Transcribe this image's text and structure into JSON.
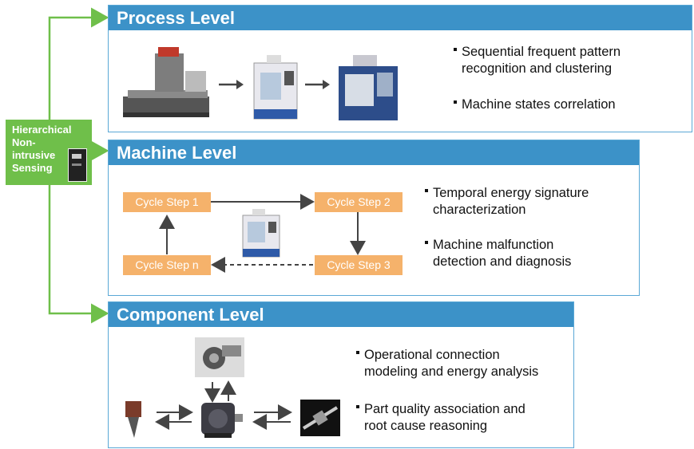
{
  "sensing": {
    "lines": [
      "Hierarchical",
      "Non-",
      "intrusive",
      "Sensing"
    ]
  },
  "process": {
    "title": "Process Level",
    "bullets": [
      [
        "Sequential frequent pattern",
        "recognition and clustering"
      ],
      [
        "Machine states correlation"
      ]
    ]
  },
  "machine": {
    "title": "Machine Level",
    "steps": [
      "Cycle Step 1",
      "Cycle Step 2",
      "Cycle Step 3",
      "Cycle Step n"
    ],
    "bullets": [
      [
        "Temporal energy signature",
        "characterization"
      ],
      [
        "Machine malfunction",
        "detection and diagnosis"
      ]
    ]
  },
  "component": {
    "title": "Component Level",
    "bullets": [
      [
        "Operational connection",
        "modeling and energy analysis"
      ],
      [
        "Part quality association and",
        "root cause reasoning"
      ]
    ]
  },
  "colors": {
    "header_blue": "#3c92c8",
    "connector_green": "#6fbf4a",
    "step_orange": "#f5b26b"
  }
}
